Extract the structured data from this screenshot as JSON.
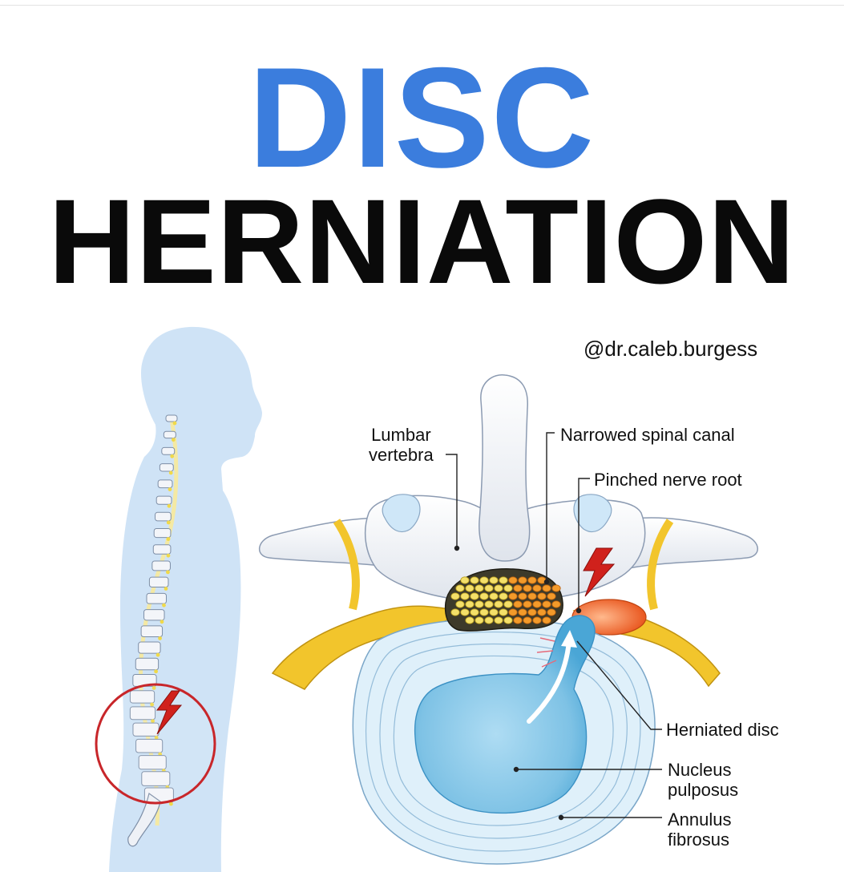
{
  "title": {
    "line1": "DISC",
    "line2": "HERNIATION"
  },
  "handle": "@dr.caleb.burgess",
  "labels": {
    "lumbar_vertebra": "Lumbar\nvertebra",
    "narrowed_spinal_canal": "Narrowed spinal canal",
    "pinched_nerve_root": "Pinched nerve root",
    "herniated_disc": "Herniated disc",
    "nucleus_pulposus": "Nucleus\npulposus",
    "annulus_fibrosus": "Annulus\nfibrosus"
  },
  "colors": {
    "title_blue": "#3b7ddd",
    "title_black": "#0a0a0a",
    "body_silhouette": "#cfe3f6",
    "bone": "#eef1f6",
    "nerve_yellow": "#f2c52c",
    "nerve_orange": "#ee6a2a",
    "disc_blue": "#7fc3e6",
    "pain_red": "#d0211c"
  },
  "icons": [
    "lightning-bolt-icon",
    "arrow-up-icon"
  ]
}
